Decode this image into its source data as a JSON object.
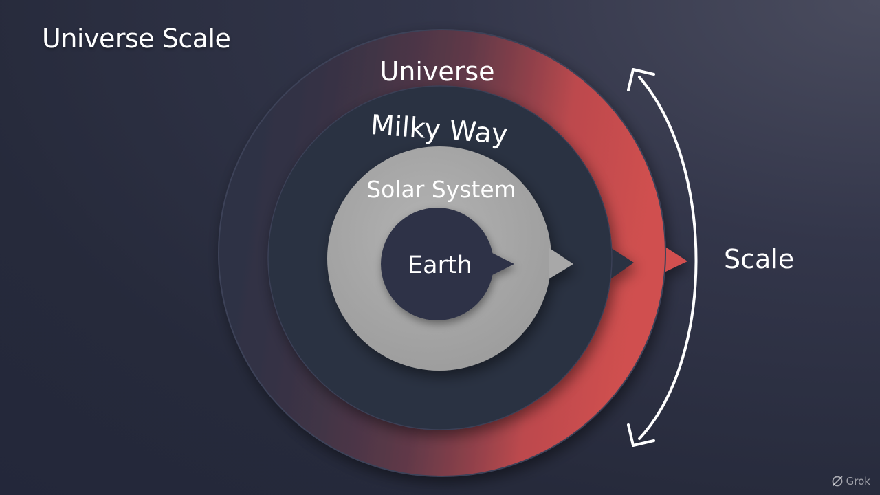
{
  "title": "Universe Scale",
  "rings": {
    "universe": "Universe",
    "milky_way": "Milky Way",
    "solar_system": "Solar System",
    "earth": "Earth"
  },
  "scale_label": "Scale",
  "watermark": "Grok",
  "colors": {
    "background": "#2a2e40",
    "universe_ring": "#2c3144",
    "universe_accent": "#c44a4e",
    "milky_way_ring": "#2a3042",
    "solar_system_ring": "#a7a7a7",
    "earth_circle": "#2d3347",
    "arrow": "#ffffff"
  },
  "icons": {
    "scale_arrow": "double-headed-arc-arrow-icon",
    "watermark_logo": "grok-logo-icon"
  }
}
